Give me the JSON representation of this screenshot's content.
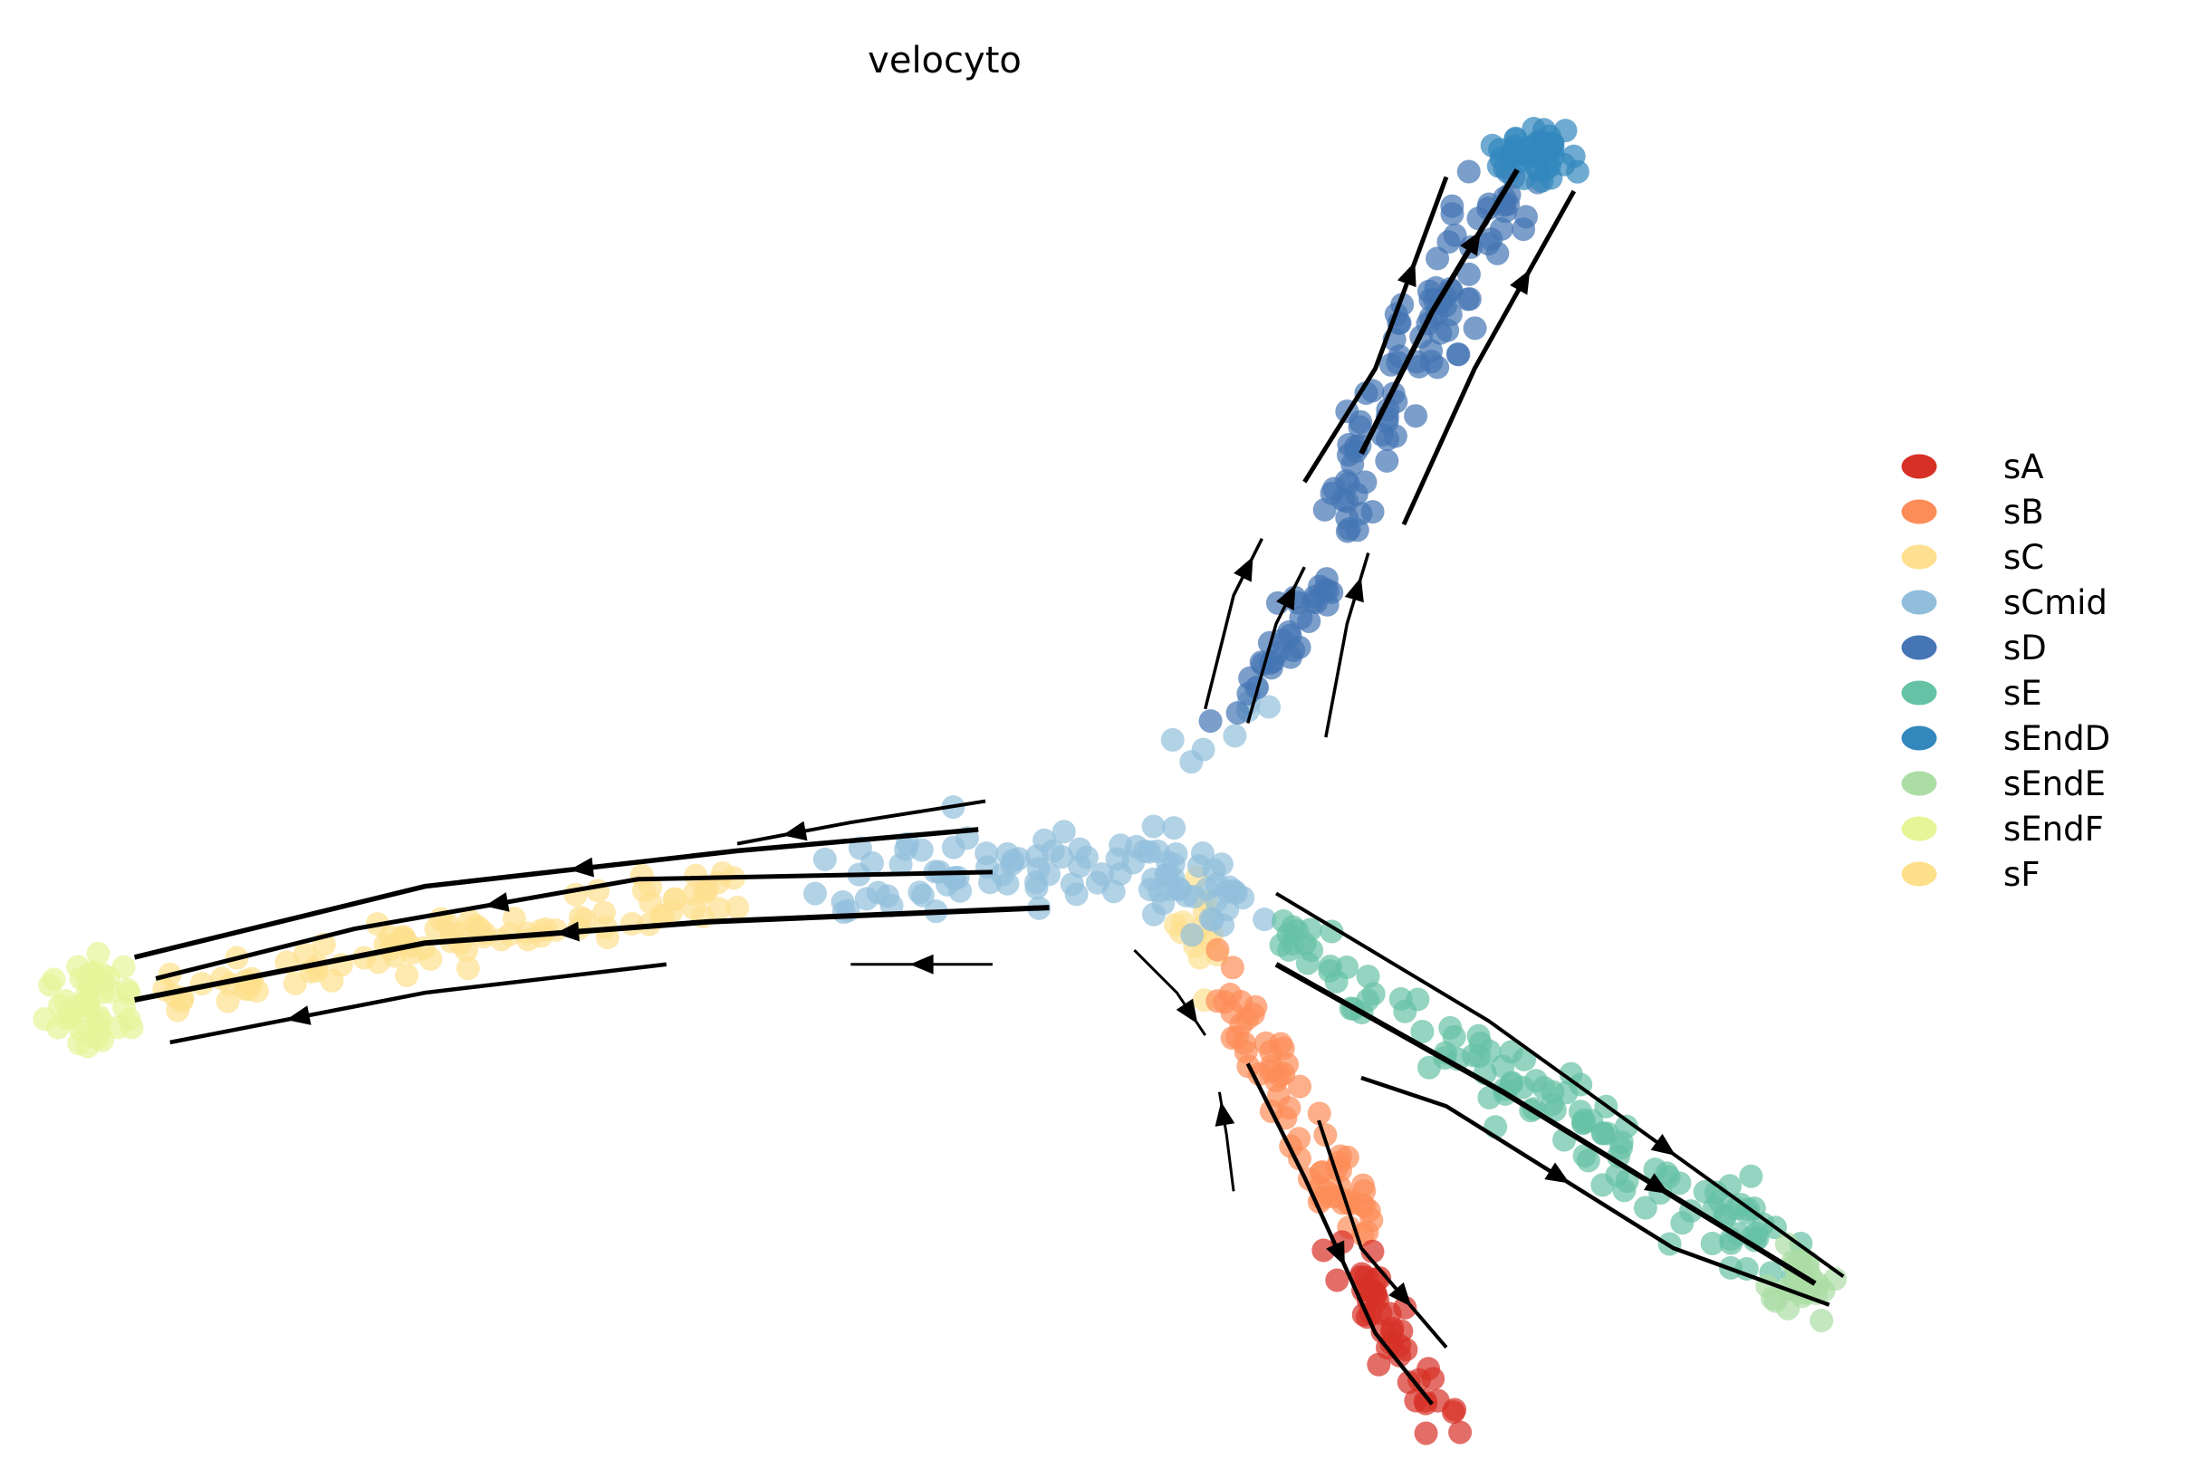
{
  "chart_data": {
    "type": "scatter",
    "title": "velocyto",
    "xlabel": "",
    "ylabel": "",
    "xlim": [
      -12.9,
      12.8
    ],
    "ylim": [
      -9.6,
      9.5
    ],
    "grid": false,
    "axes_visible": false,
    "legend_position": "right",
    "legend": [
      {
        "label": "sA",
        "color": "#d73027"
      },
      {
        "label": "sB",
        "color": "#fc8d59"
      },
      {
        "label": "sC",
        "color": "#fee090"
      },
      {
        "label": "sCmid",
        "color": "#91bfdb"
      },
      {
        "label": "sD",
        "color": "#4575b4"
      },
      {
        "label": "sE",
        "color": "#66c2a5"
      },
      {
        "label": "sEndD",
        "color": "#3288bd"
      },
      {
        "label": "sEndE",
        "color": "#abdda4"
      },
      {
        "label": "sEndF",
        "color": "#e6f598"
      },
      {
        "label": "sF",
        "color": "#fee08b"
      }
    ],
    "clusters": [
      {
        "category": "sEndF",
        "from": [
          -12.1,
          -3.1
        ],
        "to": [
          -12.1,
          -3.1
        ],
        "spread": 0.6,
        "n": 45
      },
      {
        "category": "sF",
        "from": [
          -11.3,
          -3.0
        ],
        "to": [
          -6.5,
          -2.2
        ],
        "spread": 0.35,
        "n": 50
      },
      {
        "category": "sC",
        "from": [
          -7.0,
          -2.2
        ],
        "to": [
          -3.0,
          -1.6
        ],
        "spread": 0.35,
        "n": 45
      },
      {
        "category": "sC",
        "from": [
          3.4,
          -1.6
        ],
        "to": [
          3.8,
          -2.8
        ],
        "spread": 0.3,
        "n": 14
      },
      {
        "category": "sCmid",
        "from": [
          -1.6,
          -1.6
        ],
        "to": [
          2.0,
          -1.2
        ],
        "spread": 0.45,
        "n": 55
      },
      {
        "category": "sCmid",
        "from": [
          2.6,
          -1.0
        ],
        "to": [
          4.0,
          -1.8
        ],
        "spread": 0.45,
        "n": 45
      },
      {
        "category": "sCmid",
        "from": [
          3.4,
          0.4
        ],
        "to": [
          4.4,
          1.0
        ],
        "spread": 0.25,
        "n": 8
      },
      {
        "category": "sD",
        "from": [
          3.9,
          0.8
        ],
        "to": [
          5.4,
          3.0
        ],
        "spread": 0.35,
        "n": 32
      },
      {
        "category": "sD",
        "from": [
          5.4,
          3.6
        ],
        "to": [
          7.8,
          8.4
        ],
        "spread": 0.45,
        "n": 95
      },
      {
        "category": "sEndD",
        "from": [
          8.0,
          8.7
        ],
        "to": [
          8.5,
          8.9
        ],
        "spread": 0.35,
        "n": 45
      },
      {
        "category": "sE",
        "from": [
          4.6,
          -2.1
        ],
        "to": [
          11.6,
          -6.6
        ],
        "spread": 0.45,
        "n": 115
      },
      {
        "category": "sEndE",
        "from": [
          12.0,
          -7.0
        ],
        "to": [
          12.0,
          -7.0
        ],
        "spread": 0.35,
        "n": 28
      },
      {
        "category": "sB",
        "from": [
          3.7,
          -2.6
        ],
        "to": [
          5.8,
          -6.4
        ],
        "spread": 0.3,
        "n": 65
      },
      {
        "category": "sA",
        "from": [
          5.6,
          -6.6
        ],
        "to": [
          6.9,
          -9.0
        ],
        "spread": 0.3,
        "n": 45
      }
    ],
    "streamlines": [
      {
        "points": [
          [
            0.4,
            -0.7
          ],
          [
            -3,
            -1
          ],
          [
            -7.4,
            -1.5
          ],
          [
            -11.5,
            -2.5
          ]
        ],
        "strength": 0.9
      },
      {
        "points": [
          [
            1.4,
            -1.8
          ],
          [
            -3.4,
            -2
          ],
          [
            -7.4,
            -2.3
          ],
          [
            -11.5,
            -3.1
          ]
        ],
        "strength": 1.0
      },
      {
        "points": [
          [
            0.6,
            -1.3
          ],
          [
            -4.4,
            -1.4
          ],
          [
            -8.4,
            -2.1
          ],
          [
            -11.2,
            -2.8
          ]
        ],
        "strength": 0.8
      },
      {
        "points": [
          [
            -4,
            -2.6
          ],
          [
            -7.4,
            -3
          ],
          [
            -11,
            -3.7
          ]
        ],
        "strength": 0.7
      },
      {
        "points": [
          [
            0.6,
            -2.6
          ],
          [
            -1.4,
            -2.6
          ]
        ],
        "strength": 0.4
      },
      {
        "points": [
          [
            0.5,
            -0.3
          ],
          [
            -1.4,
            -0.6
          ],
          [
            -3,
            -0.9
          ]
        ],
        "strength": 0.6
      },
      {
        "points": [
          [
            5,
            4.2
          ],
          [
            6,
            5.8
          ],
          [
            7,
            8.5
          ]
        ],
        "strength": 0.8
      },
      {
        "points": [
          [
            5.8,
            4.6
          ],
          [
            6.8,
            6.6
          ],
          [
            8,
            8.6
          ]
        ],
        "strength": 1.0
      },
      {
        "points": [
          [
            6.4,
            3.6
          ],
          [
            7.4,
            5.8
          ],
          [
            8.8,
            8.3
          ]
        ],
        "strength": 0.8
      },
      {
        "points": [
          [
            3.6,
            1
          ],
          [
            4,
            2.6
          ],
          [
            4.4,
            3.4
          ]
        ],
        "strength": 0.5
      },
      {
        "points": [
          [
            5.3,
            0.6
          ],
          [
            5.6,
            2.2
          ],
          [
            5.9,
            3.2
          ]
        ],
        "strength": 0.5
      },
      {
        "points": [
          [
            4.2,
            0.8
          ],
          [
            4.6,
            2.2
          ],
          [
            5.0,
            3.0
          ]
        ],
        "strength": 0.5
      },
      {
        "points": [
          [
            4.6,
            -1.6
          ],
          [
            7.6,
            -3.4
          ],
          [
            12.6,
            -7
          ]
        ],
        "strength": 0.6
      },
      {
        "points": [
          [
            4.6,
            -2.6
          ],
          [
            7.8,
            -4.4
          ],
          [
            12.2,
            -7.1
          ]
        ],
        "strength": 1.0
      },
      {
        "points": [
          [
            5.8,
            -4.2
          ],
          [
            7,
            -4.6
          ],
          [
            10.2,
            -6.6
          ],
          [
            12.4,
            -7.4
          ]
        ],
        "strength": 0.7
      },
      {
        "points": [
          [
            4.2,
            -4
          ],
          [
            5,
            -5.6
          ],
          [
            6,
            -7.8
          ],
          [
            6.8,
            -8.8
          ]
        ],
        "strength": 0.7
      },
      {
        "points": [
          [
            4,
            -5.8
          ],
          [
            3.9,
            -5.0
          ],
          [
            3.8,
            -4.4
          ]
        ],
        "strength": 0.4
      },
      {
        "points": [
          [
            5.2,
            -4.8
          ],
          [
            5.8,
            -6.6
          ],
          [
            7,
            -8
          ]
        ],
        "strength": 0.6
      },
      {
        "points": [
          [
            2.6,
            -2.4
          ],
          [
            3.2,
            -3.0
          ],
          [
            3.6,
            -3.6
          ]
        ],
        "strength": 0.4
      }
    ]
  }
}
